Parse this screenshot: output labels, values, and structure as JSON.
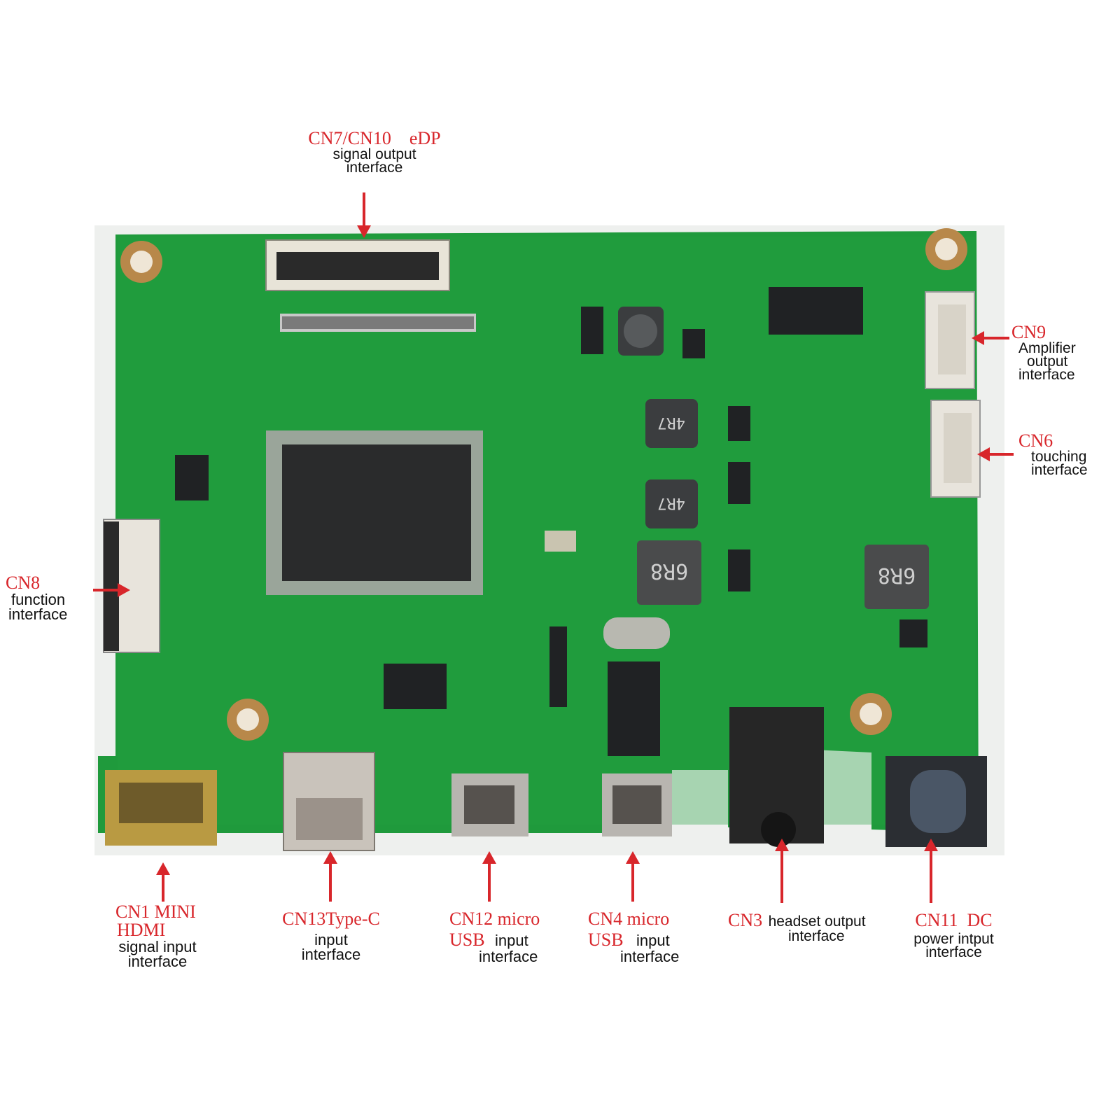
{
  "colors": {
    "accent_red": "#d8262b",
    "board_green": "#1f9a3c",
    "label_black": "#111111"
  },
  "connectors": {
    "cn7": {
      "code": "CN7/CN10    eDP",
      "desc1": "signal output",
      "desc2": "interface"
    },
    "cn9": {
      "code": "CN9",
      "desc1": "Amplifier",
      "desc2": "output",
      "desc3": "interface"
    },
    "cn6": {
      "code": "CN6",
      "desc1": "touching",
      "desc2": "interface"
    },
    "cn8": {
      "code": "CN8",
      "desc1": "function",
      "desc2": "interface"
    },
    "cn1": {
      "code1": "CN1 MINI",
      "code2": "HDMI",
      "desc1": "signal input",
      "desc2": "interface"
    },
    "cn13": {
      "code": "CN13Type-C",
      "desc1": "input",
      "desc2": "interface"
    },
    "cn12": {
      "code1": "CN12 micro",
      "code2": "USB",
      "desc1": "input",
      "desc2": "interface"
    },
    "cn4": {
      "code1": "CN4 micro",
      "code2": "USB",
      "desc1": "input",
      "desc2": "interface"
    },
    "cn3": {
      "code": "CN3",
      "desc1": "headset output",
      "desc2": "interface"
    },
    "cn11": {
      "code": "CN11  DC",
      "desc1": "power intput",
      "desc2": "interface"
    }
  },
  "component_markings": {
    "inductor_a": "4R7",
    "inductor_b": "4R7",
    "inductor_c": "6R8",
    "inductor_d": "6R8"
  }
}
